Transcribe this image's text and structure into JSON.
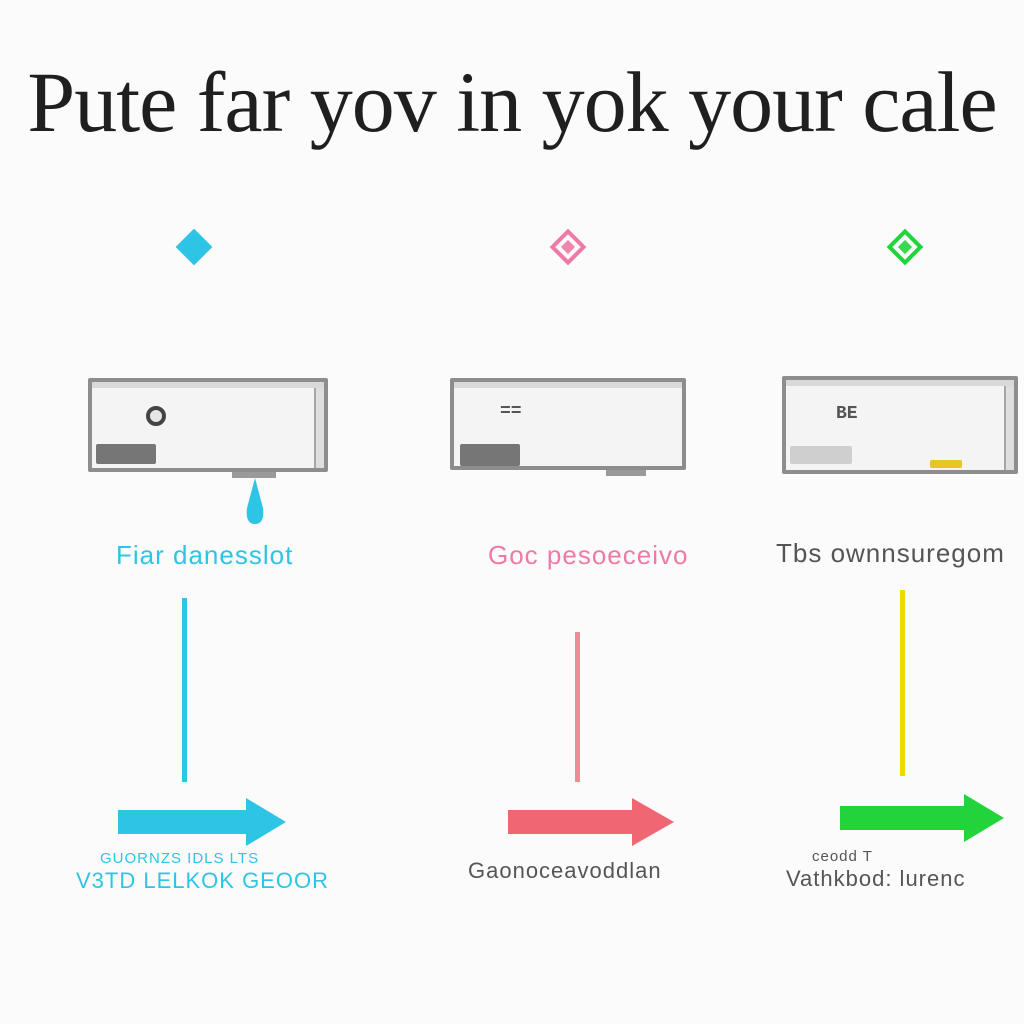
{
  "title": "Pute far yov in yok your cale",
  "colors": {
    "cyan": "#2ec4e6",
    "pink": "#f07aa7",
    "red": "#f06672",
    "green": "#22d43c",
    "yellow": "#f2d600",
    "gray_text": "#555555"
  },
  "steps": [
    {
      "icon": "cyan-diamond-icon",
      "label": "Fiar danesslot",
      "caption_top": "GUORNZS IDLS LTS",
      "caption_bottom": "V3TD LELKOK GEOOR"
    },
    {
      "icon": "pink-diamond-icon",
      "label": "Goc pesoeceivo",
      "device_mark": "==",
      "caption_top": "",
      "caption_bottom": "Gaonoceavoddlan"
    },
    {
      "icon": "green-diamond-icon",
      "label": "Tbs ownnsuregom",
      "device_mark": "BE",
      "caption_top": "ceodd T",
      "caption_bottom": "Vathkbod: lurenc"
    }
  ]
}
